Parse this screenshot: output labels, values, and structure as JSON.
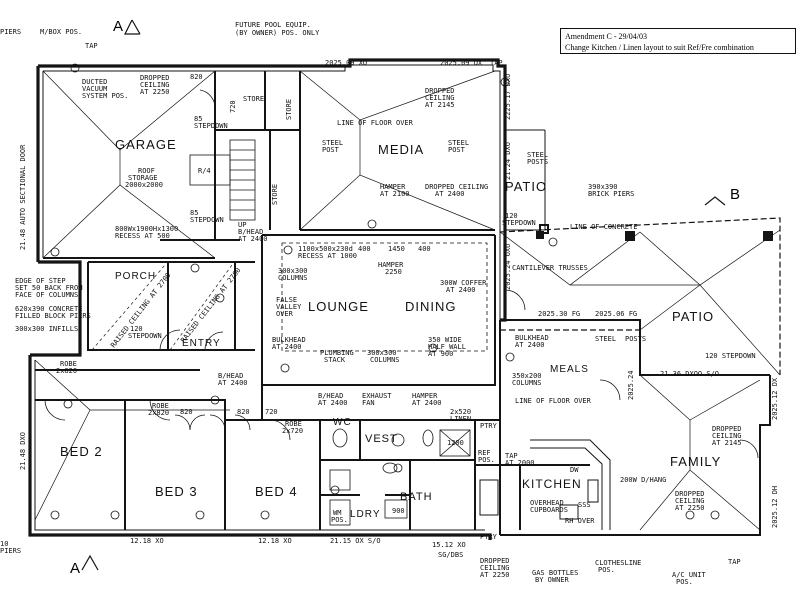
{
  "amendment": {
    "line1": "Amendment C - 29/04/03",
    "line2": "Change Kitchen / Linen layout to suit Ref/Fre combination"
  },
  "sections": {
    "a_top": "A",
    "b": "B",
    "a_bottom": "A"
  },
  "rooms": {
    "garage": "GARAGE",
    "media": "MEDIA",
    "patio_top": "PATIO",
    "patio_right": "PATIO",
    "lounge": "LOUNGE",
    "dining": "DINING",
    "porch": "PORCH",
    "entry": "ENTRY",
    "meals": "MEALS",
    "bed2": "BED 2",
    "bed3": "BED 3",
    "bed4": "BED 4",
    "wc": "WC",
    "vest": "VEST",
    "bath": "BATH",
    "ldry": "LDRY",
    "kitchen": "KITCHEN",
    "family": "FAMILY",
    "store1": "STORE",
    "store2": "STORE",
    "store3": "STORE"
  },
  "notes": {
    "piers_tl": "PIERS",
    "mbox": "M/BOX POS.",
    "tap_tl": "TAP",
    "future_pool": "FUTURE POOL EQUIP.",
    "future_pool2": "(BY OWNER) POS. ONLY",
    "ducted": "DUCTED",
    "ducted2": "VACUUM",
    "ducted3": "SYSTEM POS.",
    "dropped_g": "DROPPED",
    "dropped_g2": "CEILING",
    "dropped_g3": "AT 2250",
    "dim_820a": "820",
    "dim_720": "720",
    "dim_2025_09": "2025.09 XO",
    "dim_2025_09b": "2025.09 OX",
    "tap_tr": "TAP",
    "dropped_m": "DROPPED",
    "dropped_m2": "CEILING",
    "dropped_m3": "AT 2145",
    "line_floor": "LINE OF FLOOR OVER",
    "stepdown85": "85",
    "stepdown85b": "STEPDOWN",
    "steel_post1": "STEEL",
    "steel_post1b": "POST",
    "steel_post2": "STEEL",
    "steel_post2b": "POST",
    "steel_posts_p": "STEEL",
    "steel_posts_pb": "POSTS",
    "roof_storage": "ROOF",
    "roof_storage2": "STORAGE",
    "roof_storage3": "2000x2000",
    "r4": "R/4",
    "hamper1": "HAMPER",
    "hamper1b": "AT 2100",
    "dropped_d": "DROPPED CEILING",
    "dropped_d2": "AT 2400",
    "brick_piers": "390x390",
    "brick_piers2": "BRICK PIERS",
    "auto_door": "21.48 AUTO SECTIONAL DOOR",
    "recess800": "800Wx1900Hx1300",
    "recess800b": "RECESS AT 500",
    "stepdown85c": "85",
    "stepdown85d": "STEPDOWN",
    "up": "UP",
    "bhead1": "B/HEAD",
    "bhead1b": "AT 2400",
    "recess1100": "1100x500x230d",
    "recess1100b": "RECESS AT 1000",
    "d400": "400",
    "d1450": "1450",
    "d400b": "400",
    "hamper2": "HAMPER",
    "hamper2b": "2250",
    "coffer": "300W COFFER",
    "coffer2": "AT 2400",
    "line_concrete": "LINE OF CONCRETE",
    "stepdown120": "120",
    "stepdown120b": "STEPDOWN",
    "cantilever": "CANTILEVER TRUSSES",
    "col300": "300x300",
    "col300b": "COLUMNS",
    "false_valley": "FALSE",
    "false_valley2": "VALLEY",
    "false_valley3": "OVER",
    "bulkhead_l": "BULKHEAD",
    "bulkhead_l2": "AT 2400",
    "plumbing": "PLUMBING",
    "plumbing2": "STACK",
    "col300c": "300x300",
    "col300d": "COLUMNS",
    "halfwall": "350 WIDE",
    "halfwall2": "HALF WALL",
    "halfwall3": "AT 900",
    "fg2025_30": "2025.30 FG",
    "fg2025_06": "2025.06 FG",
    "bulkhead_m": "BULKHEAD",
    "bulkhead_m2": "AT 2400",
    "d350": "350x200",
    "d350b": "COLUMNS",
    "stepdown120c": "120 STEPDOWN",
    "so2136": "21.36 DXOO S/O",
    "edge_step": "EDGE OF STEP",
    "edge_step2": "SET 50 BACK FROM",
    "edge_step3": "FACE OF COLUMNS",
    "block_piers": "620x390 CONCRETE",
    "block_piers2": "FILLED BLOCK PIERS",
    "infills": "300x300 INFILLS",
    "raised1": "RAISED CEILING AT 2700",
    "raised2": "RAISED CEILING AT 2700",
    "stepdown120e": "120",
    "stepdown120f": "STEPDOWN",
    "robe1": "ROBE",
    "robe2": "ROBE",
    "robe2b": "2x820",
    "robe3": "ROBE",
    "robe3b": "2x720",
    "robe1b": "2x820",
    "bhead2": "B/HEAD",
    "bhead2b": "AT 2400",
    "bhead3": "B/HEAD",
    "bhead3b": "AT 2400",
    "exhaust": "EXHAUST",
    "exhaust2": "FAN",
    "hamper3": "HAMPER",
    "hamper3b": "AT 2400",
    "linen": "2x520",
    "linen2": "LINEN",
    "line_floor2": "LINE OF FLOOR OVER",
    "dim_820b": "820",
    "dim_820c": "820",
    "dim_720b": "720",
    "ptry": "PTRY",
    "ptry2": "PTRY",
    "ref": "REF",
    "ref2": "POS.",
    "tap2000": "TAP",
    "tap2000b": "AT 2000",
    "dw": "DW",
    "oven": "200W D/HANG",
    "dropped_f": "DROPPED",
    "dropped_f2": "CEILING",
    "dropped_f3": "AT 2145",
    "dropped_k": "DROPPED",
    "dropped_k2": "CEILING",
    "dropped_k3": "AT 2250",
    "overhead": "OVERHEAD",
    "overhead2": "CUPBOARDS",
    "rh_over": "RH OVER",
    "sss": "SSS",
    "d900": "900",
    "d1200": "1200",
    "wm": "WM",
    "wm2": "POS.",
    "dim_1218a": "12.18 XO",
    "dim_1218b": "12.18 XO",
    "dim_2115": "21.15 OX S/O",
    "dim_1512": "15.12 XO",
    "sg": "SG/DBS",
    "dropped_b": "DROPPED",
    "dropped_b2": "CEILING",
    "dropped_b3": "AT 2250",
    "gas": "GAS BOTTLES",
    "gas2": "BY OWNER",
    "clothesline": "CLOTHESLINE",
    "clothesline2": "POS.",
    "ac": "A/C UNIT",
    "ac2": "POS.",
    "tap_br": "TAP",
    "piers_bl": "PIERS",
    "piers_bl2": "10",
    "left_1": "21.48 DXO",
    "right_1": "21.24 DXO",
    "right_2": "2025.24 OXO",
    "right_3": "2025.12 DX",
    "right_4": "2025.12 DH",
    "mid_2100": "2225.17 DXO",
    "d9_28": "2025.24"
  },
  "colors": {
    "ink": "#141414",
    "paper": "#ffffff"
  }
}
